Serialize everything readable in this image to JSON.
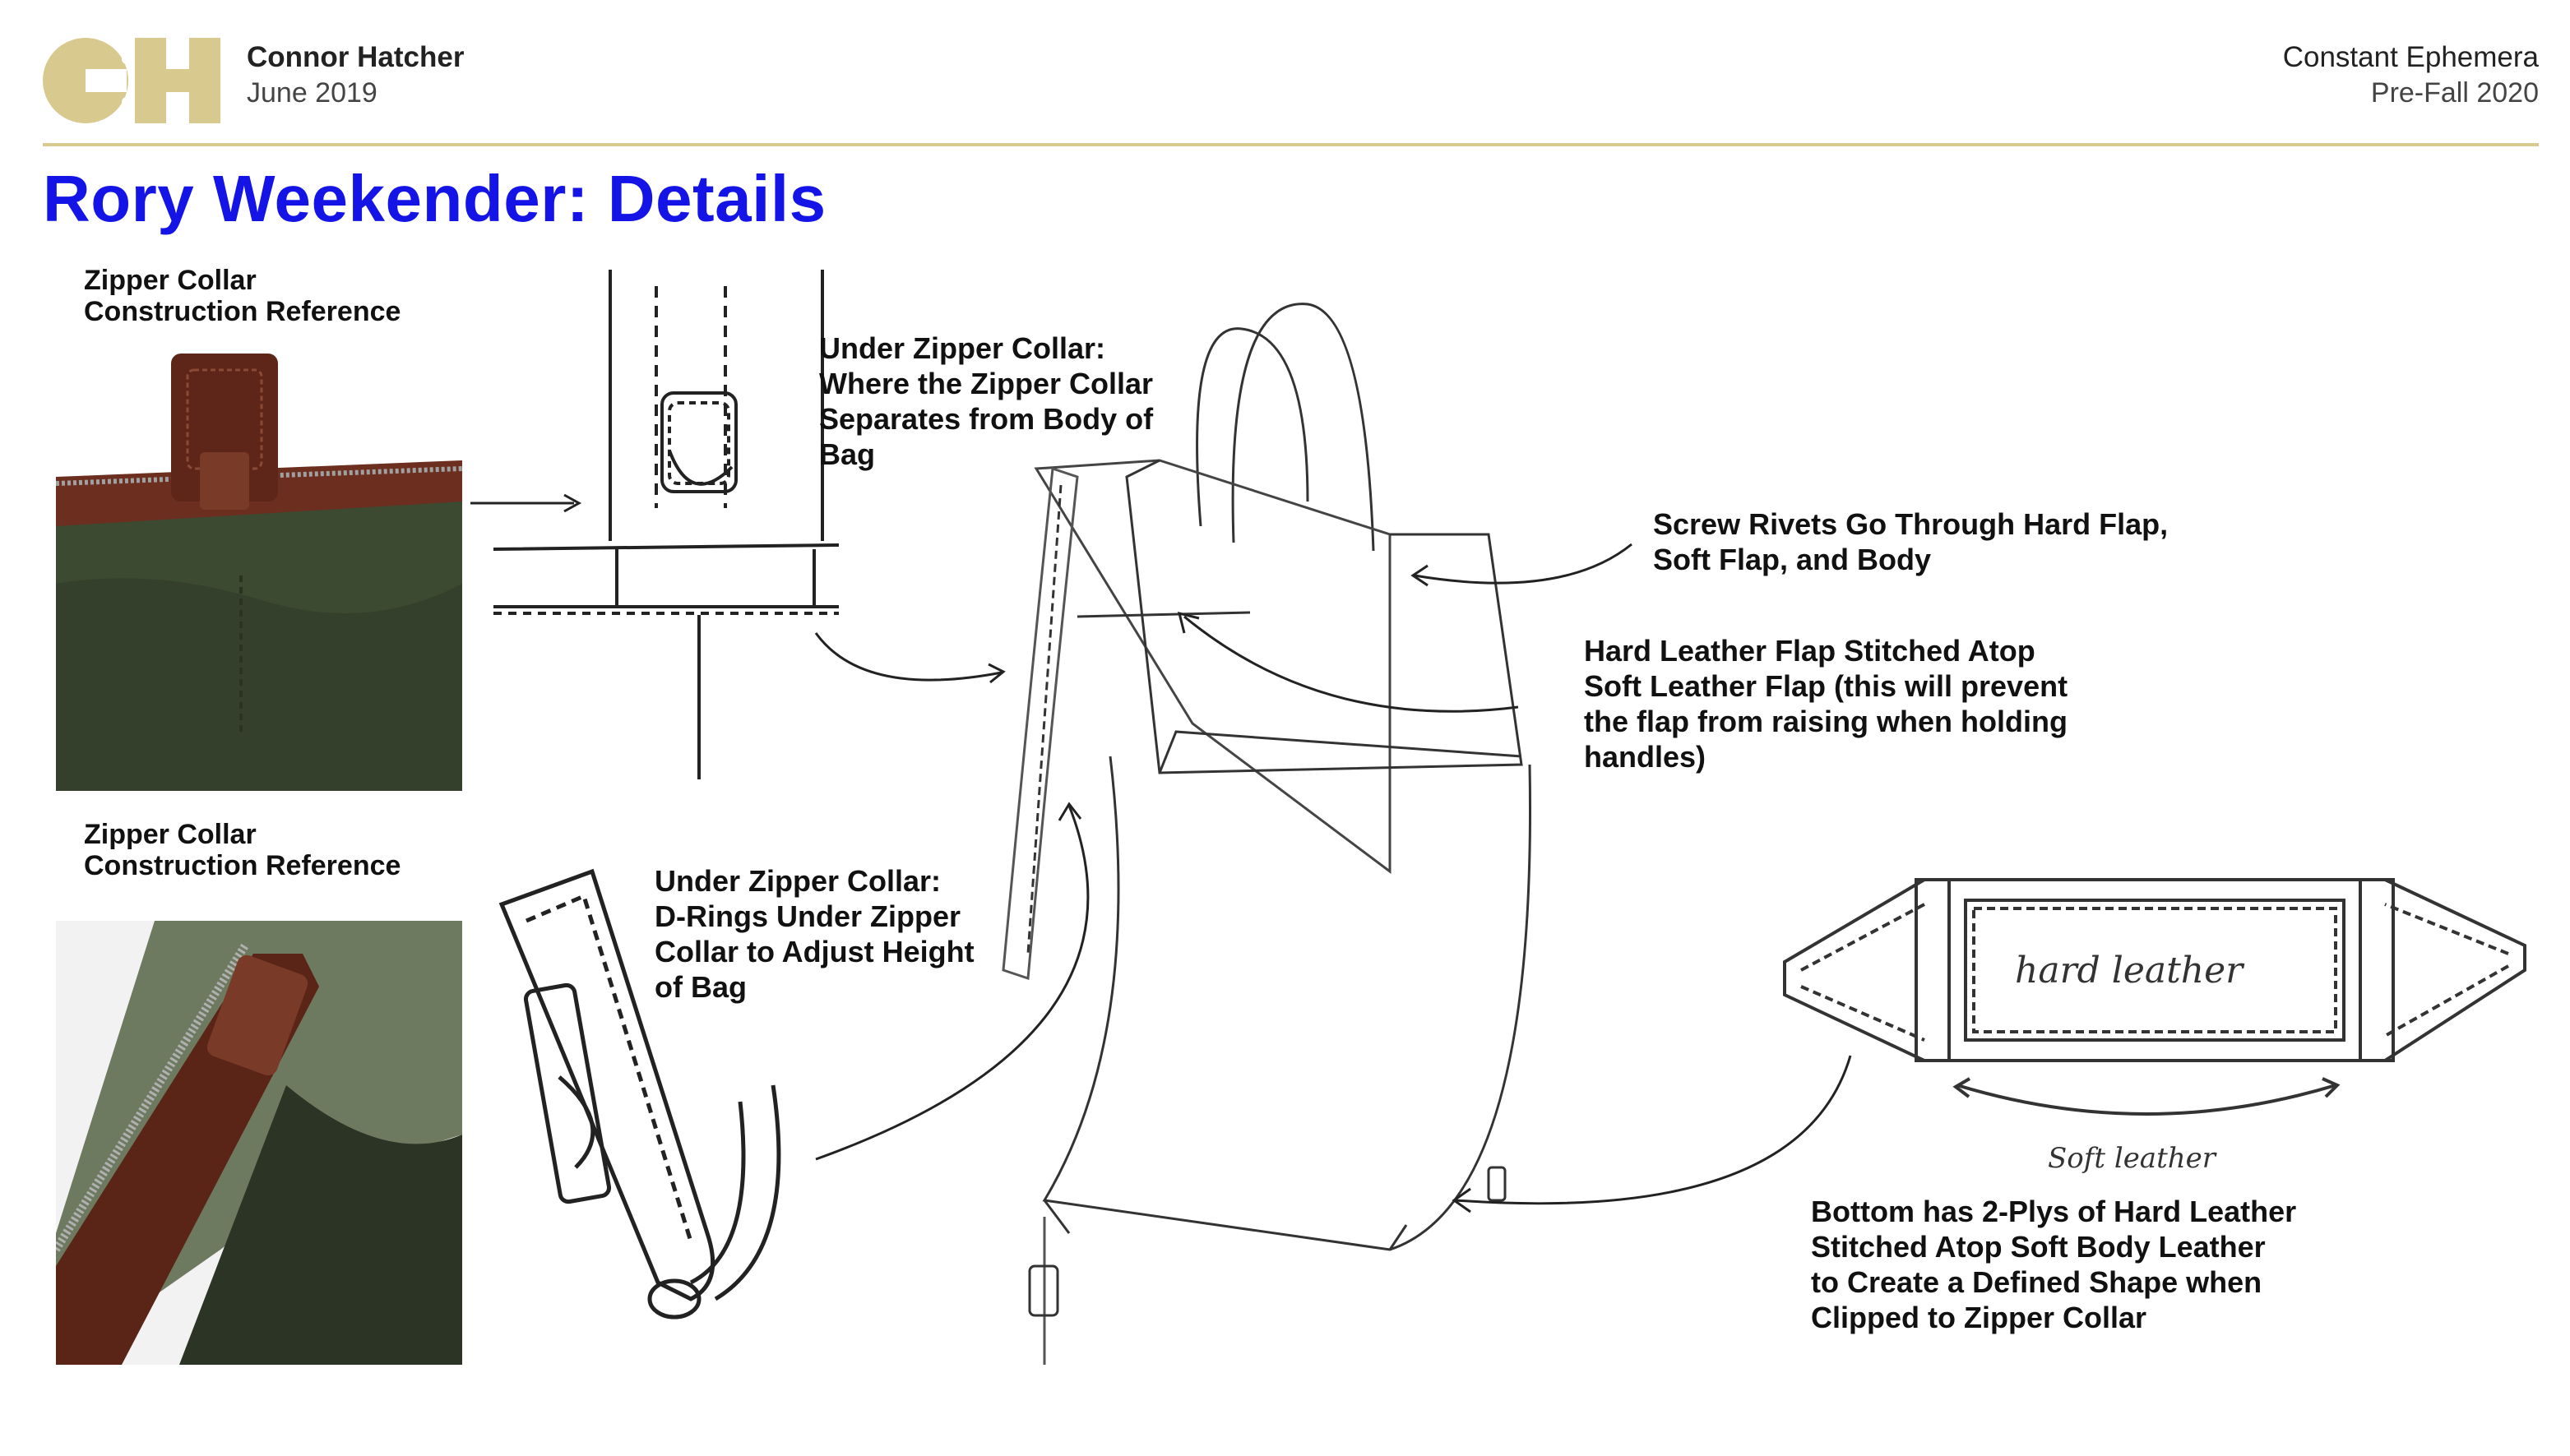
{
  "header": {
    "logo_letters": "CH",
    "author_name": "Connor Hatcher",
    "author_date": "June 2019",
    "collection": "Constant Ephemera",
    "season": "Pre-Fall 2020"
  },
  "page_title": "Rory Weekender: Details",
  "reference_photos": [
    {
      "label_line1": "Zipper Collar",
      "label_line2": "Construction Reference"
    },
    {
      "label_line1": "Zipper Collar",
      "label_line2": "Construction Reference"
    }
  ],
  "callouts": {
    "under_collar_separates": [
      "Under Zipper Collar:",
      "Where the Zipper Collar",
      "Separates from Body of",
      "Bag"
    ],
    "under_collar_drings": [
      "Under Zipper Collar:",
      "D-Rings Under Zipper",
      "Collar to Adjust Height",
      "of Bag"
    ],
    "screw_rivets": [
      "Screw Rivets Go Through Hard Flap,",
      "Soft Flap, and Body"
    ],
    "hard_leather_flap": [
      "Hard Leather Flap Stitched Atop",
      "Soft Leather Flap (this will prevent",
      "the flap from raising when holding",
      "handles)"
    ],
    "bottom_plys": [
      "Bottom has 2-Plys of Hard Leather",
      "Stitched Atop Soft Body Leather",
      "to Create a Defined Shape when",
      "Clipped to Zipper Collar"
    ]
  },
  "sketch_annotations": {
    "hard_leather": "hard leather",
    "soft_leather": "Soft leather"
  },
  "colors": {
    "title_blue": "#1414e6",
    "gold_accent": "#d8c98e",
    "olive_canvas": "#3d4a32",
    "brown_leather": "#6b2e1f"
  }
}
